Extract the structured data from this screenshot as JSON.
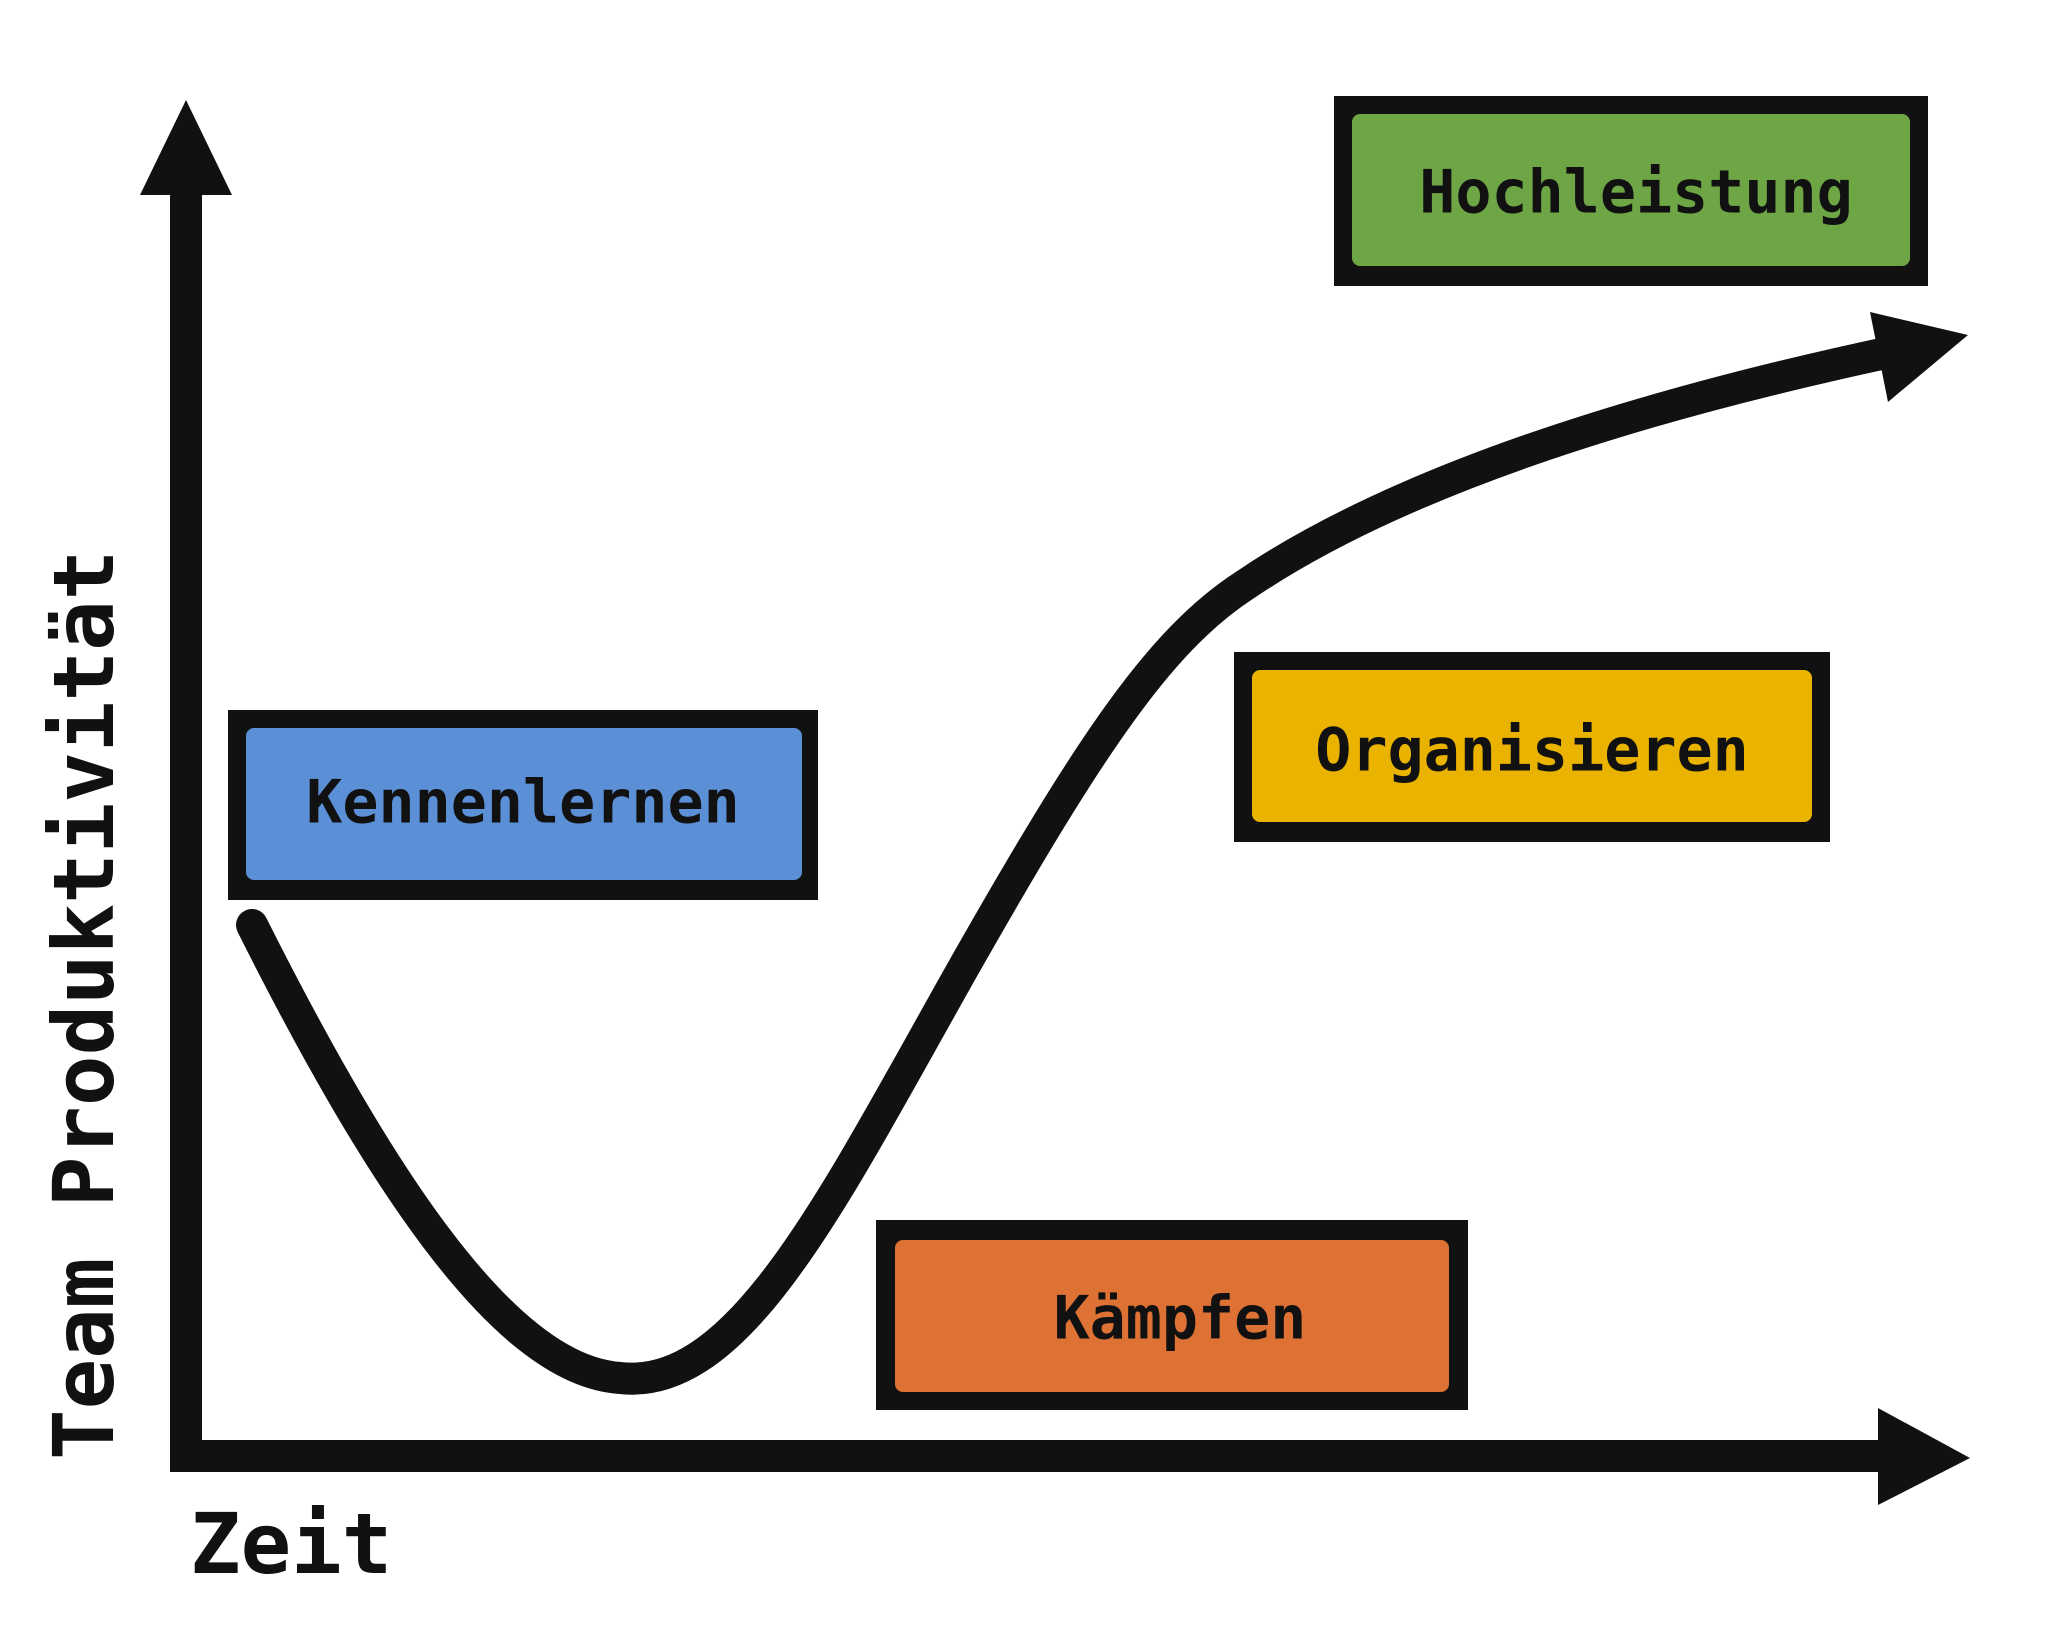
{
  "axes": {
    "y_label": "Team Produktivität",
    "x_label": "Zeit"
  },
  "stages": {
    "forming": {
      "label": "Kennenlernen",
      "color": "#5b8fd6"
    },
    "storming": {
      "label": "Kämpfen",
      "color": "#dd7234"
    },
    "norming": {
      "label": "Organisieren",
      "color": "#eab300"
    },
    "performing": {
      "label": "Hochleistung",
      "color": "#6ea646"
    }
  },
  "colors": {
    "ink": "#111111",
    "background": "#ffffff"
  }
}
